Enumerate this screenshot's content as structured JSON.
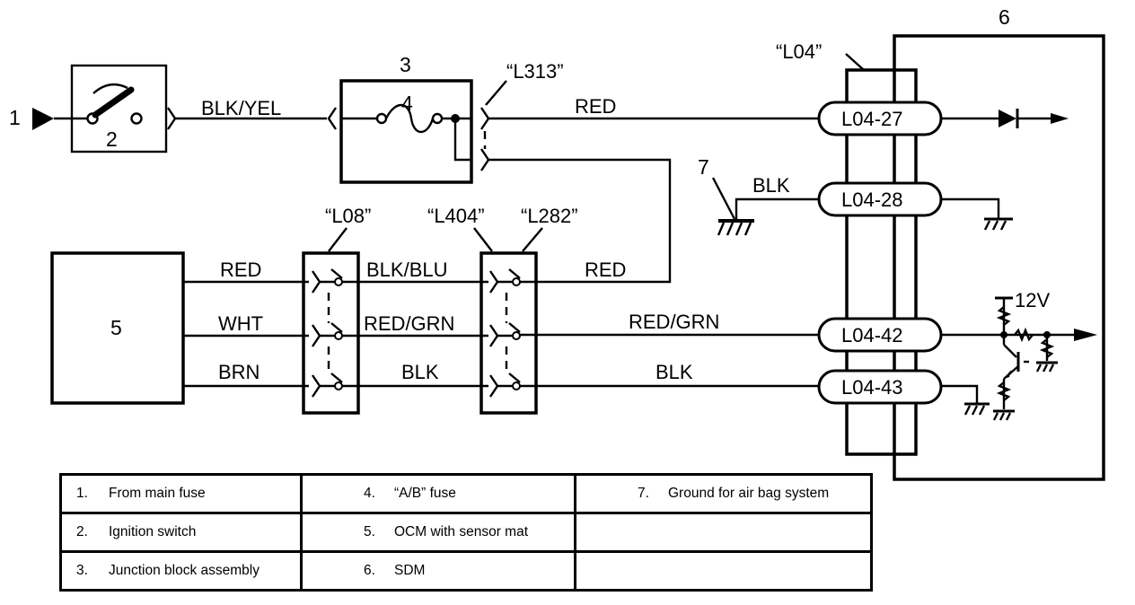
{
  "callouts": {
    "c1": "1",
    "c2": "2",
    "c3": "3",
    "c4": "4",
    "c5": "5",
    "c6": "6",
    "c7": "7"
  },
  "connectors": {
    "l313": "“L313”",
    "l04": "“L04”",
    "l08": "“L08”",
    "l404": "“L404”",
    "l282": "“L282”"
  },
  "pins": {
    "p27": "L04-27",
    "p28": "L04-28",
    "p42": "L04-42",
    "p43": "L04-43"
  },
  "wires": {
    "blk_yel": "BLK/YEL",
    "red_top": "RED",
    "blk_ground": "BLK",
    "red_ocm": "RED",
    "wht": "WHT",
    "brn": "BRN",
    "blk_blu": "BLK/BLU",
    "red_grn_mid": "RED/GRN",
    "blk_mid": "BLK",
    "red_right": "RED",
    "red_grn_right": "RED/GRN",
    "blk_right": "BLK"
  },
  "voltage": "12V",
  "legend": {
    "rows": [
      [
        {
          "num": "1.",
          "text": "From main fuse"
        },
        {
          "num": "4.",
          "text": "“A/B” fuse"
        },
        {
          "num": "7.",
          "text": "Ground for air bag system"
        }
      ],
      [
        {
          "num": "2.",
          "text": "Ignition switch"
        },
        {
          "num": "5.",
          "text": "OCM with sensor mat"
        },
        {
          "num": "",
          "text": ""
        }
      ],
      [
        {
          "num": "3.",
          "text": "Junction block assembly"
        },
        {
          "num": "6.",
          "text": "SDM"
        },
        {
          "num": "",
          "text": ""
        }
      ]
    ]
  }
}
